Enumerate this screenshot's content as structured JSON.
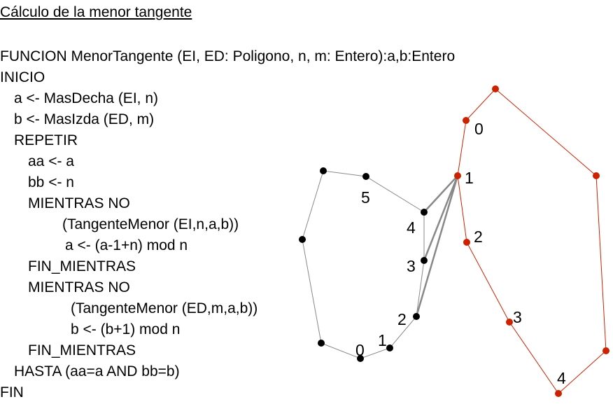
{
  "title": "Cálculo de la menor tangente",
  "code": [
    "FUNCION MenorTangente (EI, ED: Poligono, n, m: Entero):a,b:Entero",
    "INICIO",
    "a <- MasDecha (EI, n)",
    "b <- MasIzda (ED, m)",
    "REPETIR",
    "aa <- a",
    "bb <- n",
    "MIENTRAS NO",
    "(TangenteMenor (EI,n,a,b))",
    "a <- (a-1+n) mod n",
    "FIN_MIENTRAS",
    "MIENTRAS NO",
    "(TangenteMenor (ED,m,a,b))",
    "b <- (b+1) mod n",
    "FIN_MIENTRAS",
    "HASTA (aa=a AND bb=b)",
    "FIN"
  ],
  "diagram": {
    "left_polygon": {
      "color": "#000000",
      "edge_color": "#888888",
      "labels": [
        "0",
        "1",
        "2",
        "3",
        "4",
        "5"
      ]
    },
    "right_polygon": {
      "color": "#cc2200",
      "edge_color": "#cc2200",
      "labels": [
        "0",
        "1",
        "2",
        "3",
        "4"
      ]
    },
    "tangent_color": "#888888"
  }
}
